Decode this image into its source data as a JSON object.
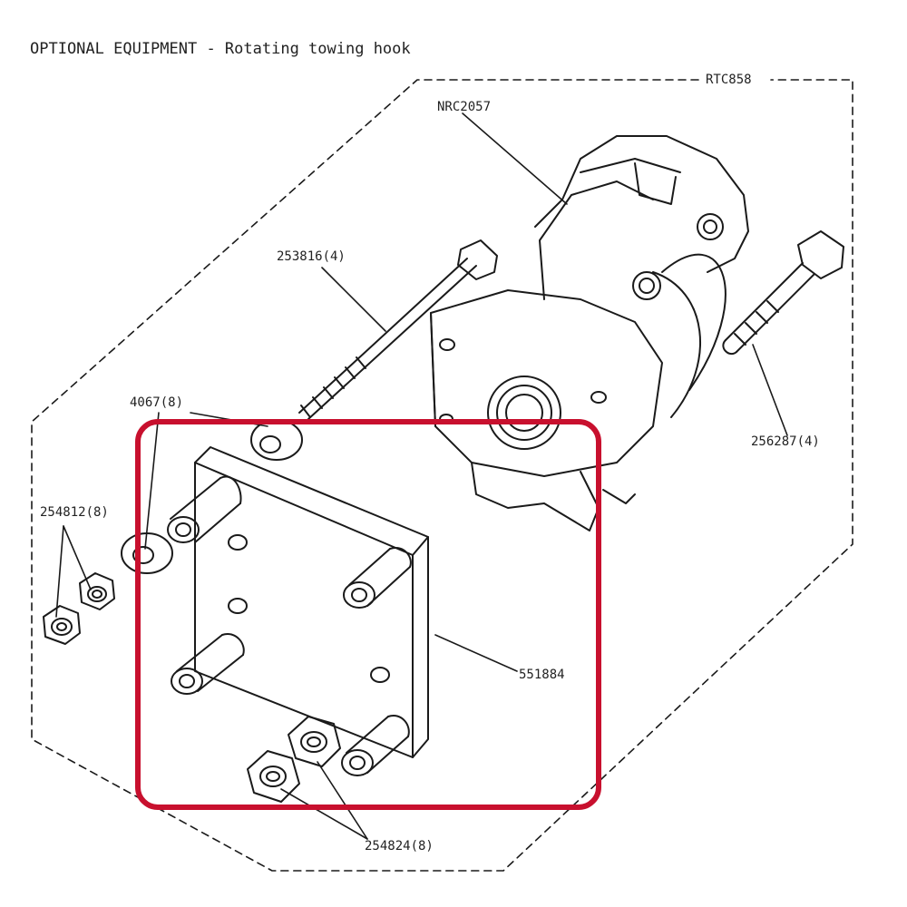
{
  "title": "OPTIONAL EQUIPMENT - Rotating towing hook",
  "labels": {
    "assembly": "RTC858",
    "hook": "NRC2057",
    "long_bolt": "253816(4)",
    "washer": "4067(8)",
    "nut_left": "254812(8)",
    "bolt_right": "256287(4)",
    "plate": "551884",
    "nut_bottom": "254824(8)"
  },
  "colors": {
    "line": "#1a1a1a",
    "highlight": "#c8102e",
    "background": "#ffffff"
  }
}
